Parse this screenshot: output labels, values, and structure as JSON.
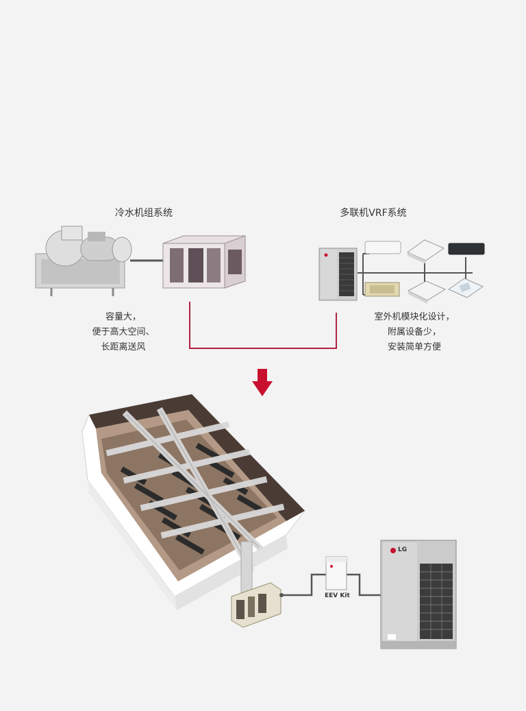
{
  "left_system": {
    "title": "冷水机组系统",
    "desc": [
      "容量大，",
      "便于高大空间、",
      "长距离送风"
    ]
  },
  "right_system": {
    "title": "多联机VRF系统",
    "desc": [
      "室外机模块化设计，",
      "附属设备少，",
      "安装简单方便"
    ]
  },
  "bottom": {
    "eev_label": "EEV Kit",
    "brand": "LG"
  },
  "colors": {
    "connector": "#b0213f",
    "arrow": "#c8102e",
    "pipe": "#555555",
    "background": "#f4f3f3"
  }
}
